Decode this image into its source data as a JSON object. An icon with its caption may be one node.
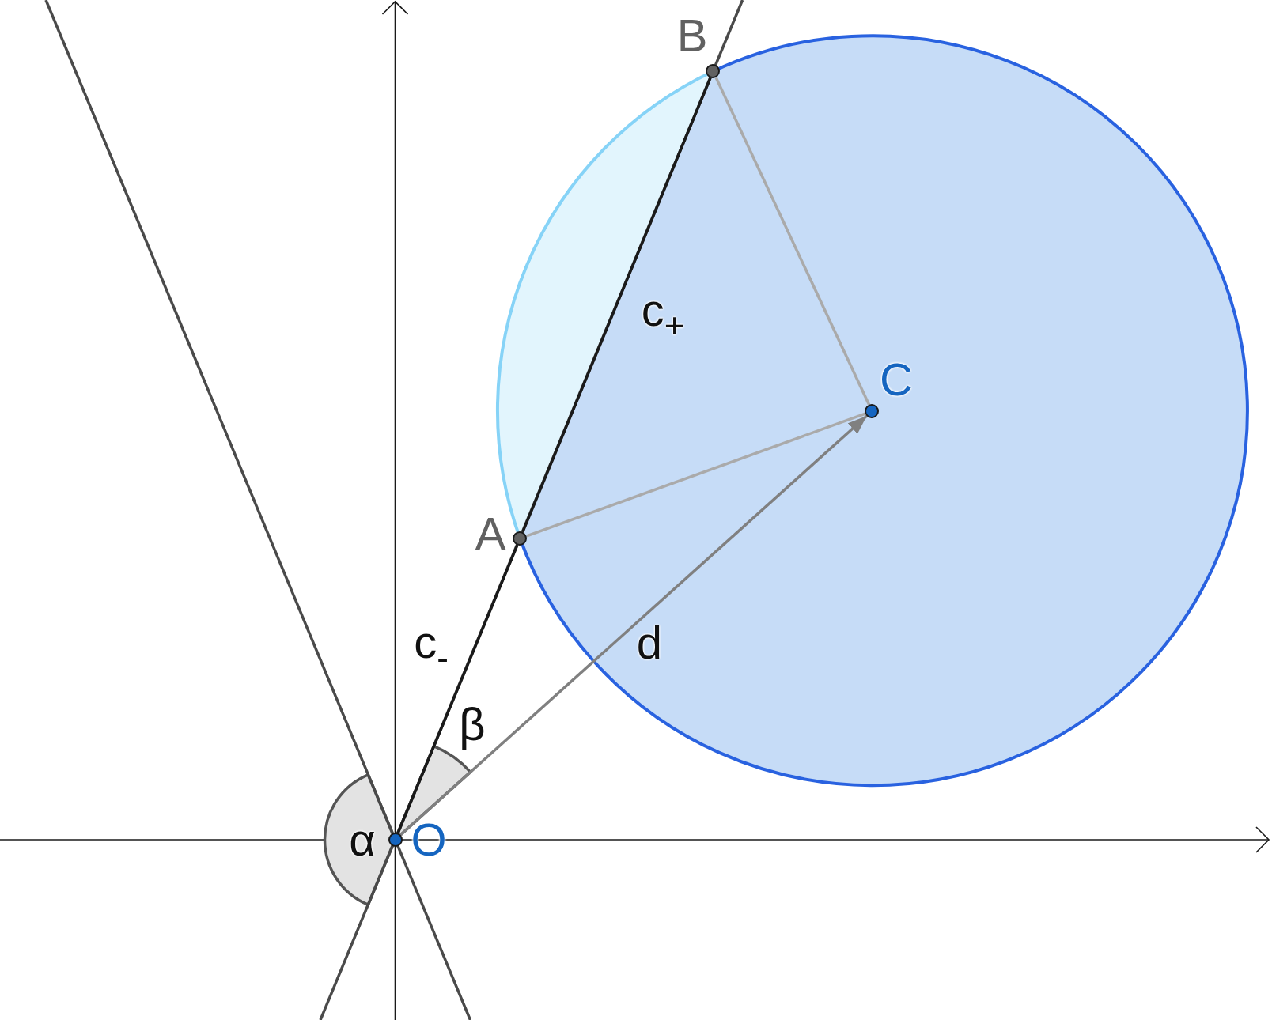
{
  "diagram": {
    "nodes": [
      {
        "text": [],
        "shape": "circle",
        "beside": [
          "B"
        ]
      },
      {
        "text": [],
        "shape": "circle",
        "beside": [
          "C"
        ]
      },
      {
        "text": [],
        "shape": "circle",
        "beside": [
          "A"
        ]
      },
      {
        "text": [],
        "shape": "circle",
        "beside": [
          "O"
        ]
      }
    ],
    "edges": [
      {
        "from": 3,
        "to": 1,
        "arrow": "to",
        "label": "d",
        "color": "#808080"
      },
      {
        "from": 2,
        "to": 1,
        "arrow": "none",
        "color": "#aaaaaa"
      },
      {
        "from": 0,
        "to": 1,
        "arrow": "none",
        "color": "#aaaaaa"
      },
      {
        "from": 3,
        "to": 2,
        "arrow": "none",
        "label": "c$_{-}$",
        "color": "#1a1a1a"
      },
      {
        "from": 2,
        "to": 0,
        "arrow": "none",
        "label": "c$_{+}$",
        "color": "#1a1a1a"
      }
    ],
    "labels": [
      "β",
      "α"
    ]
  }
}
